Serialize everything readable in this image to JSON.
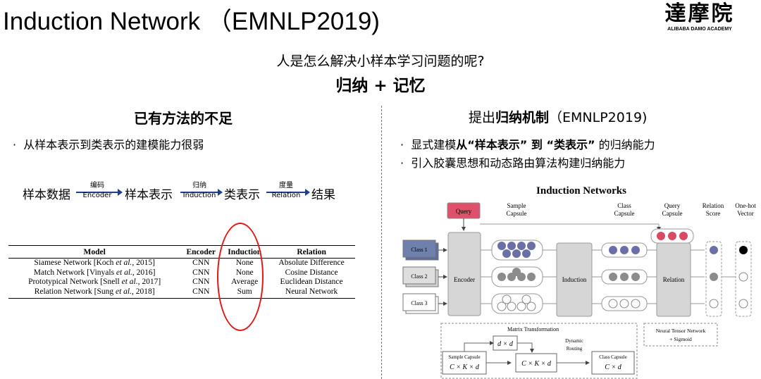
{
  "header": {
    "title": "Induction Network （EMNLP2019)",
    "logo_cn": "達摩院",
    "logo_en": "ALIBABA DAMO ACADEMY"
  },
  "question": "人是怎么解决小样本学习问题的呢?",
  "answer": "归纳 + 记忆",
  "left": {
    "heading": "已有方法的不足",
    "bullets": [
      "从样本表示到类表示的建模能力很弱"
    ],
    "flow": {
      "steps": [
        "样本数据",
        "样本表示",
        "类表示",
        "结果"
      ],
      "arrows": [
        {
          "top": "编码",
          "bottom": "Encoder"
        },
        {
          "top": "归纳",
          "bottom": "Induction"
        },
        {
          "top": "度量",
          "bottom": "Relation"
        }
      ]
    },
    "table": {
      "headers": [
        "Model",
        "Encoder",
        "Induction",
        "Relation"
      ],
      "rows": [
        [
          "Siamese Network [Koch et al., 2015]",
          "CNN",
          "None",
          "Absolute Difference"
        ],
        [
          "Match Network [Vinyals et al., 2016]",
          "CNN",
          "None",
          "Cosine Distance"
        ],
        [
          "Prototypical Network [Snell et al., 2017]",
          "CNN",
          "Average",
          "Euclidean Distance"
        ],
        [
          "Relation Network [Sung et al., 2018]",
          "CNN",
          "Sum",
          "Neural Network"
        ]
      ]
    }
  },
  "right": {
    "heading_prefix": "提出",
    "heading_bold": "归纳机制",
    "heading_suffix": "（EMNLP2019)",
    "bullets": [
      {
        "a": "显式建模",
        "b": "从“样本表示” 到 “类表示”",
        "c": " 的归纳能力"
      },
      {
        "a": "引入胶囊思想和动态路由算法构建归纳能力",
        "b": "",
        "c": ""
      }
    ],
    "diagram": {
      "title": "Induction Networks",
      "query": "Query",
      "classes": [
        "Class 1",
        "Class 2",
        "Class 3"
      ],
      "encoder": "Encoder",
      "induction": "Induction",
      "relation": "Relation",
      "col_sample_capsule": "Sample Capsule",
      "col_class_capsule": "Class Capsule",
      "col_query_capsule": "Query Capsule",
      "col_relation_score": "Relation Score",
      "col_onehot": "One-hot Vector",
      "matrix_transformation": "Matrix Transformation",
      "dxd": "d × d",
      "sample_capsule": "Sample Capsule",
      "ckd_label": "C × K × d",
      "ckd_mid": "C × K × d",
      "dynamic_routing": "Dynamic Routing",
      "class_capsule": "Class Capsule",
      "cd_label": "C × d",
      "ntn": "Neural Tensor Network",
      "sigmoid": "+ Sigmoid"
    },
    "colors": {
      "query": "#e0506a",
      "class1": "#5a6e9e",
      "purple_dot": "#6a6fa8",
      "gray_dot": "#8c8c8c",
      "pink_dot": "#d94a64"
    }
  }
}
